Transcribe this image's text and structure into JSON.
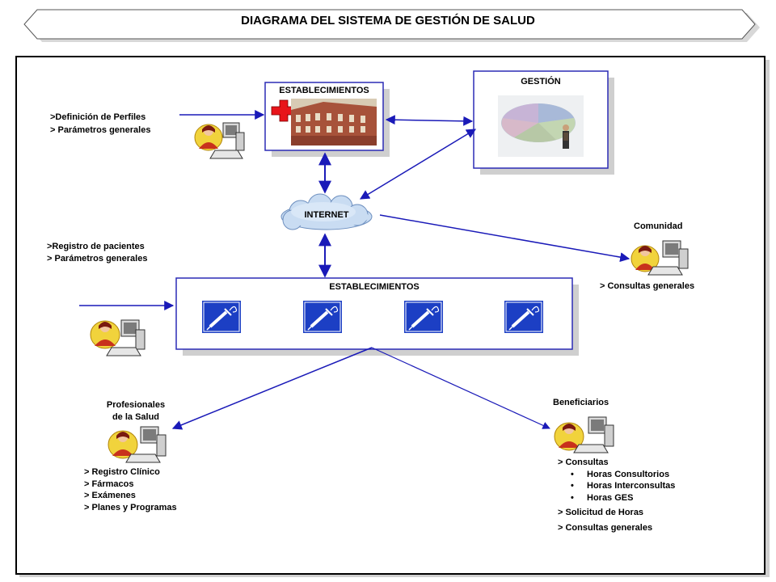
{
  "title": "DIAGRAMA DEL SISTEMA DE GESTIÓN DE SALUD",
  "nodes": {
    "establecimientos_top": {
      "label": "ESTABLECIMIENTOS"
    },
    "gestion": {
      "label": "GESTIÓN"
    },
    "internet": {
      "label": "INTERNET"
    },
    "establecimientos_main": {
      "label": "ESTABLECIMIENTOS"
    },
    "comunidad": {
      "label": "Comunidad",
      "items": [
        "> Consultas generales"
      ]
    },
    "profesionales": {
      "label_line1": "Profesionales",
      "label_line2": "de la Salud",
      "items": [
        "> Registro Clínico",
        "> Fármacos",
        "> Exámenes",
        "> Planes y Programas"
      ]
    },
    "beneficiarios": {
      "label": "Beneficiarios",
      "consultas": "> Consultas",
      "sub_items": [
        "Horas Consultorios",
        "Horas Interconsultas",
        "Horas GES"
      ],
      "solicitud": "> Solicitud de Horas",
      "consultas_generales": "> Consultas generales"
    }
  },
  "admin_top": {
    "lines": [
      ">Definición de Perfiles",
      "> Parámetros generales"
    ]
  },
  "admin_mid": {
    "lines": [
      ">Registro de pacientes",
      "> Parámetros generales"
    ]
  },
  "colors": {
    "arrow": "#1a1ab8",
    "box_border": "#2b2bb5",
    "icon_bg": "#1c3fc4",
    "frame": "#000000"
  },
  "icons": [
    "user-computer-icon",
    "hospital-building-icon",
    "pie-chart-icon",
    "cloud-icon",
    "syringe-icon",
    "red-cross-icon"
  ]
}
